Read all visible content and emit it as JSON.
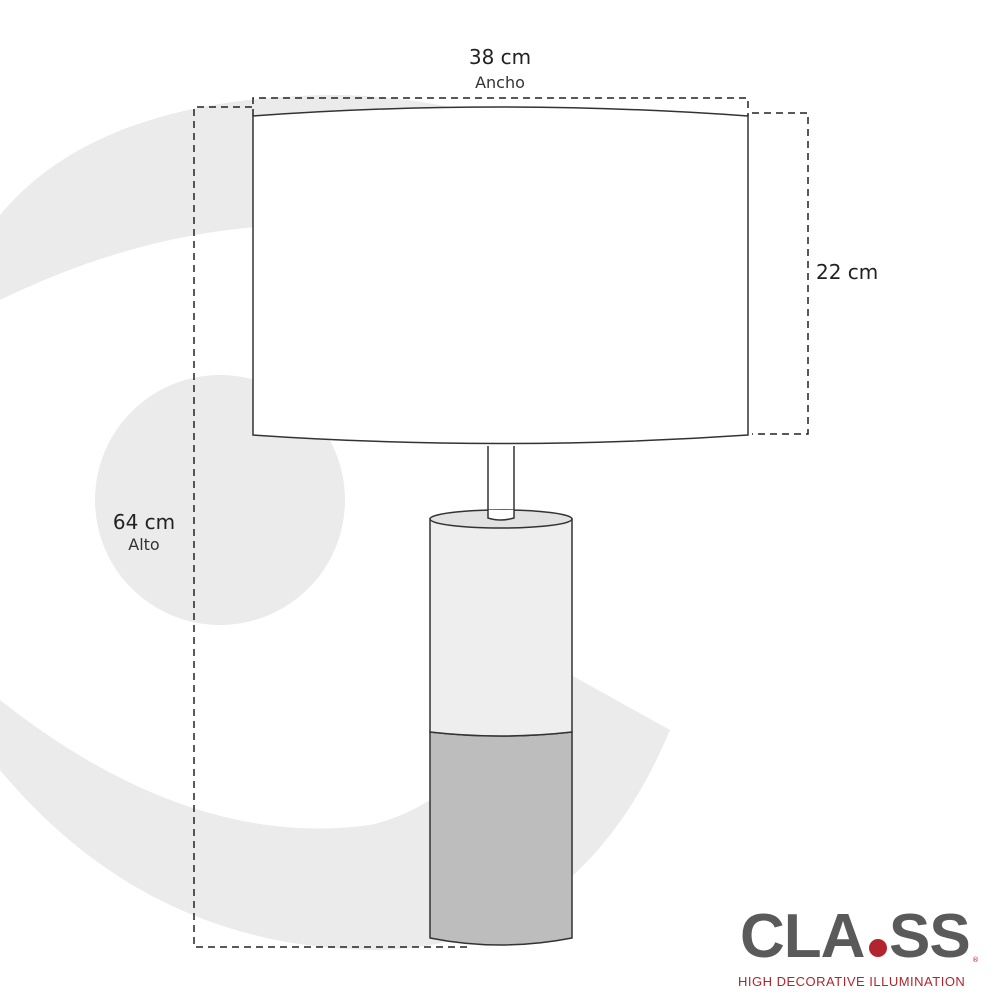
{
  "dimensions": {
    "width": {
      "value": "38 cm",
      "label": "Ancho"
    },
    "shade_height": {
      "value": "22 cm"
    },
    "total_height": {
      "value": "64 cm",
      "label": "Alto"
    }
  },
  "brand": {
    "name_part1": "CLA",
    "name_part2": "SS",
    "tagline": "HIGH DECORATIVE ILLUMINATION",
    "registered": "®"
  },
  "colors": {
    "watermark": "#ebebeb",
    "outline": "#333333",
    "base_upper": "#eeeeee",
    "base_lower": "#bdbdbd",
    "brand_gray": "#5a5a5a",
    "brand_red": "#b2242e"
  }
}
